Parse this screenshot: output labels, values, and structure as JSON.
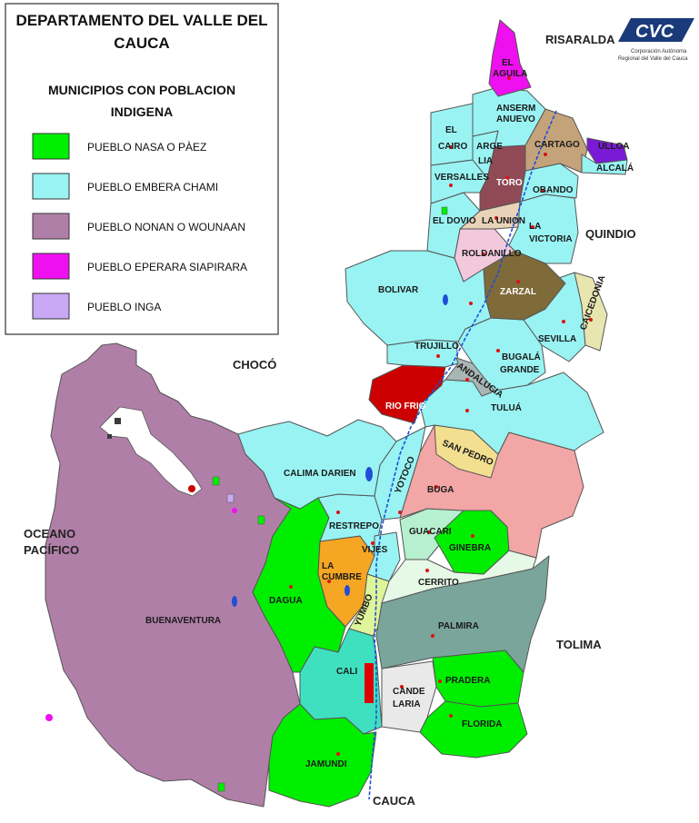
{
  "legend": {
    "title_line1": "DEPARTAMENTO DEL VALLE DEL",
    "title_line2": "CAUCA",
    "subtitle_line1": "MUNICIPIOS  CON POBLACION",
    "subtitle_line2": "INDIGENA",
    "items": [
      {
        "label": "PUEBLO NASA O PÀEZ",
        "color": "#00ee00"
      },
      {
        "label": "PUEBLO EMBERA  CHAMI",
        "color": "#99f3f3"
      },
      {
        "label": "PUEBLO NONAN  O WOUNAAN",
        "color": "#b07fa8"
      },
      {
        "label": "PUEBLO EPERARA  SIAPIRARA",
        "color": "#ee10ee"
      },
      {
        "label": "PUEBLO INGA",
        "color": "#c9a9f5"
      }
    ]
  },
  "logo": {
    "text": "CVC",
    "caption_line1": "Corporación Autónoma",
    "caption_line2": "Regional del Valle del Cauca"
  },
  "regions": {
    "risaralda": "RISARALDA",
    "quindio": "QUINDIO",
    "choco": "CHOCÓ",
    "oceano_line1": "OCEANO",
    "oceano_line2": "PACÍFICO",
    "tolima": "TOLIMA",
    "cauca": "CAUCA"
  },
  "municipalities": {
    "el_aguila_1": "EL",
    "el_aguila_2": "AGUILA",
    "ansermanuevo_1": "ANSERM",
    "ansermanuevo_2": "ANUEVO",
    "el_cairo_1": "EL",
    "el_cairo_2": "CAIRO",
    "argelia_1": "ARGE",
    "argelia_2": "LIA",
    "cartago": "CARTAGO",
    "ulloa": "ULLOA",
    "alcala": "ALCALÁ",
    "versalles": "VERSALLES",
    "toro": "TORO",
    "obando": "OBANDO",
    "el_dovio": "EL DOVIO",
    "la_union": "LA UNION",
    "la_victoria_1": "LA",
    "la_victoria_2": "VICTORIA",
    "roldanillo": "ROLDANILLO",
    "bolivar": "BOLIVAR",
    "zarzal": "ZARZAL",
    "caicedonia": "CAICEDONIA",
    "sevilla": "SEVILLA",
    "trujillo": "TRUJILLO",
    "bugalagrande_1": "BUGALÁ",
    "bugalagrande_2": "GRANDE",
    "andalucia": "ANDALUCIA",
    "rio_frio": "RIO FRIO",
    "tulua": "TULUÁ",
    "san_pedro": "SAN PEDRO",
    "calima_darien": "CALIMA DARIEN",
    "yotoco": "YOTOCO",
    "buga": "BUGA",
    "restrepo": "RESTREPO",
    "guacari": "GUACARI",
    "ginebra": "GINEBRA",
    "vijes": "VIJES",
    "la_cumbre_1": "LA",
    "la_cumbre_2": "CUMBRE",
    "cerrito": "CERRITO",
    "dagua": "DAGUA",
    "yumbo": "YUMBO",
    "buenaventura": "BUENAVENTURA",
    "palmira": "PALMIRA",
    "cali": "CALI",
    "candelaria_1": "CANDE",
    "candelaria_2": "LARIA",
    "pradera": "PRADERA",
    "florida": "FLORIDA",
    "jamundi": "JAMUNDI"
  }
}
